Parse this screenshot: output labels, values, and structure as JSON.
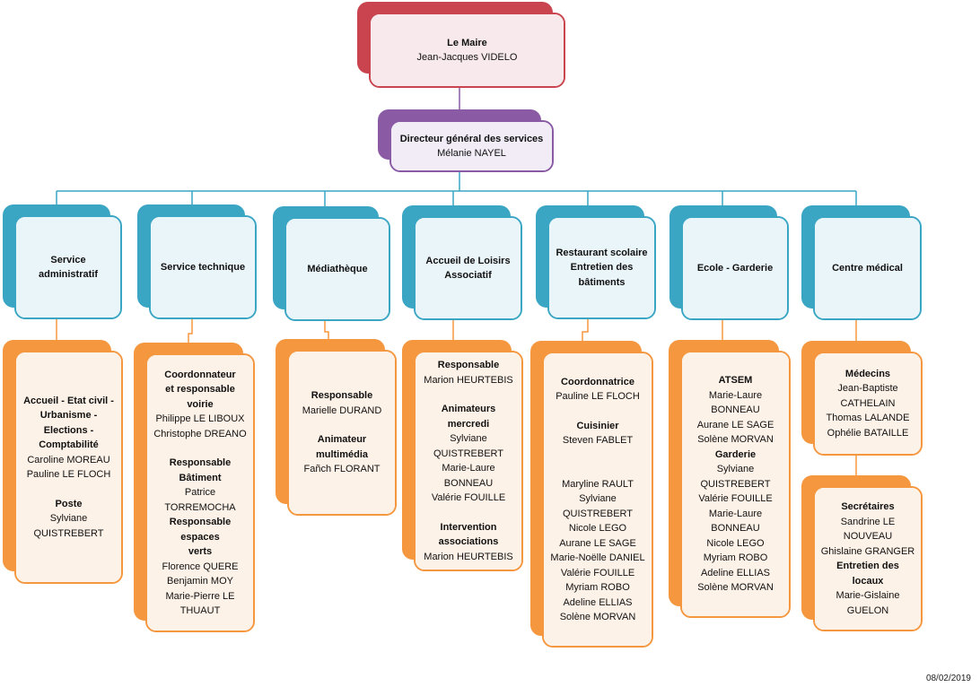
{
  "maire": {
    "title": "Le Maire",
    "name": "Jean-Jacques VIDELO"
  },
  "dgs": {
    "title": "Directeur général des services",
    "name": "Mélanie NAYEL"
  },
  "services": [
    {
      "title": "Service administratif"
    },
    {
      "title": "Service technique"
    },
    {
      "title": "Médiathèque"
    },
    {
      "title_1": "Accueil de Loisirs",
      "title_2": "Associatif"
    },
    {
      "title_1": "Restaurant scolaire",
      "title_2": "Entretien des",
      "title_3": "bâtiments"
    },
    {
      "title": "Ecole - Garderie"
    },
    {
      "title": "Centre médical"
    }
  ],
  "admin": {
    "role1_l1": "Accueil - Etat civil -",
    "role1_l2": "Urbanisme - Elections -",
    "role1_l3": "Comptabilité",
    "p1": "Caroline MOREAU",
    "p2": "Pauline LE FLOCH",
    "role2": "Poste",
    "p3": "Sylviane QUISTREBERT"
  },
  "technique": {
    "role1_l1": "Coordonnateur",
    "role1_l2": "et responsable voirie",
    "p1": "Philippe LE LIBOUX",
    "p2": "Christophe DREANO",
    "role2": "Responsable Bâtiment",
    "p3": "Patrice TORREMOCHA",
    "role3_l1": "Responsable espaces",
    "role3_l2": "verts",
    "p4": "Florence QUERE",
    "p5": "Benjamin MOY",
    "p6_l1": "Marie-Pierre LE",
    "p6_l2": "THUAUT"
  },
  "mediatheque": {
    "role1": "Responsable",
    "p1": "Marielle DURAND",
    "role2": "Animateur multimédia",
    "p2": "Fañch FLORANT"
  },
  "alsh": {
    "role1": "Responsable",
    "p1": "Marion HEURTEBIS",
    "role2": "Animateurs mercredi",
    "p2": "Sylviane QUISTREBERT",
    "p3": "Marie-Laure BONNEAU",
    "p4": "Valérie FOUILLE",
    "role3_l1": "Intervention",
    "role3_l2": "associations",
    "p5": "Marion HEURTEBIS"
  },
  "restaurant": {
    "role1": "Coordonnatrice",
    "p1": "Pauline LE FLOCH",
    "role2": "Cuisinier",
    "p2": "Steven FABLET",
    "staff": [
      "Maryline RAULT",
      "Sylviane QUISTREBERT",
      "Nicole LEGO",
      "Aurane LE SAGE",
      "Marie-Noëlle DANIEL",
      "Valérie FOUILLE",
      "Myriam ROBO",
      "Adeline ELLIAS",
      "Solène MORVAN"
    ]
  },
  "ecole": {
    "role1": "ATSEM",
    "atsem": [
      "Marie-Laure BONNEAU",
      "Aurane LE SAGE",
      "Solène MORVAN"
    ],
    "role2": "Garderie",
    "garderie": [
      "Sylviane QUISTREBERT",
      "Valérie FOUILLE",
      "Marie-Laure BONNEAU",
      "Nicole LEGO",
      "Myriam ROBO",
      "Adeline ELLIAS",
      "Solène MORVAN"
    ]
  },
  "medical": {
    "role1": "Médecins",
    "p1_l1": "Jean-Baptiste",
    "p1_l2": "CATHELAIN",
    "p2": "Thomas LALANDE",
    "p3": "Ophélie BATAILLE",
    "role2": "Secrétaires",
    "p4": "Sandrine LE NOUVEAU",
    "p5": "Ghislaine GRANGER",
    "role3": "Entretien des locaux",
    "p6": "Marie-Gislaine GUELON"
  },
  "date": "08/02/2019",
  "colors": {
    "maire": "#c9444e",
    "dgs": "#8a5ba4",
    "service": "#3aa6c4",
    "staff": "#f5973f"
  }
}
